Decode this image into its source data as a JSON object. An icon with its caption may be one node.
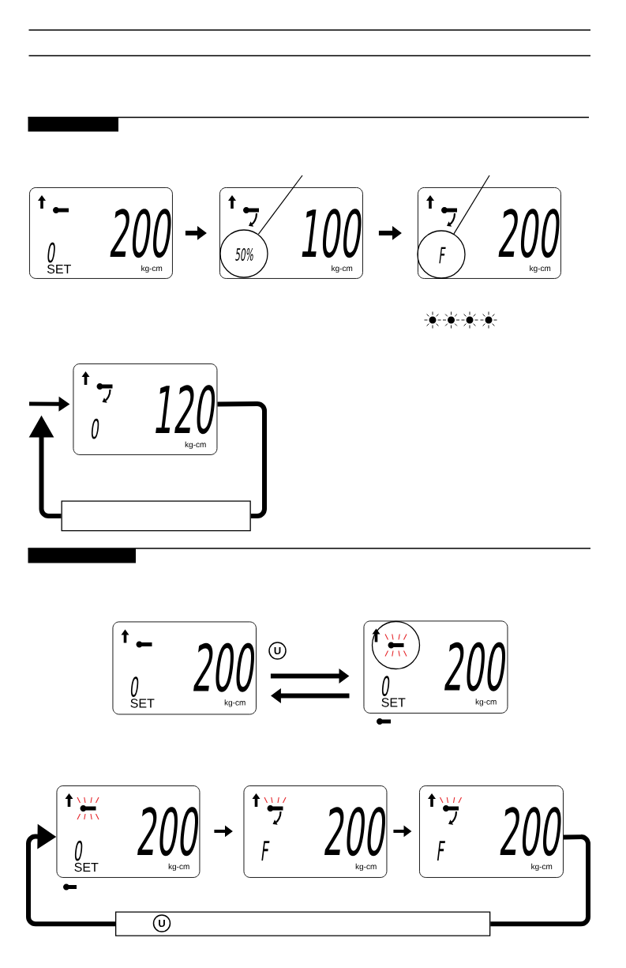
{
  "diagram": {
    "nodes": [
      {
        "text": [
          "0",
          "200",
          "SET",
          "kg-cm"
        ]
      },
      {
        "text": [
          "100",
          "kg-cm"
        ]
      },
      {
        "text": [
          "50%"
        ],
        "in": 1
      },
      {
        "text": [
          "200",
          "kg-cm"
        ]
      },
      {
        "text": [
          "F"
        ],
        "in": 3
      },
      {
        "text": [
          "0",
          "120",
          "kg-cm"
        ]
      },
      {
        "text": [],
        "shape": "box"
      },
      {
        "text": [
          "0",
          "200",
          "SET",
          "kg-cm"
        ]
      },
      {
        "text": [
          "0",
          "200",
          "SET",
          "kg-cm"
        ]
      },
      {
        "text": [],
        "shape": "circle",
        "in": 8
      },
      {
        "text": [
          "0",
          "200",
          "SET",
          "kg-cm"
        ]
      },
      {
        "text": [
          "F",
          "200",
          "kg-cm"
        ]
      },
      {
        "text": [
          "F",
          "200",
          "kg-cm"
        ]
      },
      {
        "text": [
          "U"
        ]
      }
    ],
    "edges": [
      {
        "from": 0,
        "to": 1,
        "arrow": "to"
      },
      {
        "from": 1,
        "to": 3,
        "arrow": "to"
      },
      {
        "from": 2,
        "to": null,
        "arrow": "none"
      },
      {
        "from": 4,
        "to": null,
        "arrow": "none"
      },
      {
        "from": null,
        "to": 5,
        "arrow": "to"
      },
      {
        "from": 5,
        "to": 6,
        "arrow": "none"
      },
      {
        "from": 6,
        "to": 5,
        "arrow": "to"
      },
      {
        "from": 7,
        "to": 8,
        "arrow": "to"
      },
      {
        "from": 8,
        "to": 7,
        "arrow": "to"
      },
      {
        "from": 10,
        "to": 11,
        "arrow": "to"
      },
      {
        "from": 11,
        "to": 12,
        "arrow": "to"
      },
      {
        "from": 12,
        "to": 13,
        "arrow": "none"
      },
      {
        "from": 13,
        "to": 10,
        "arrow": "to"
      }
    ],
    "labels": [
      "U"
    ]
  }
}
